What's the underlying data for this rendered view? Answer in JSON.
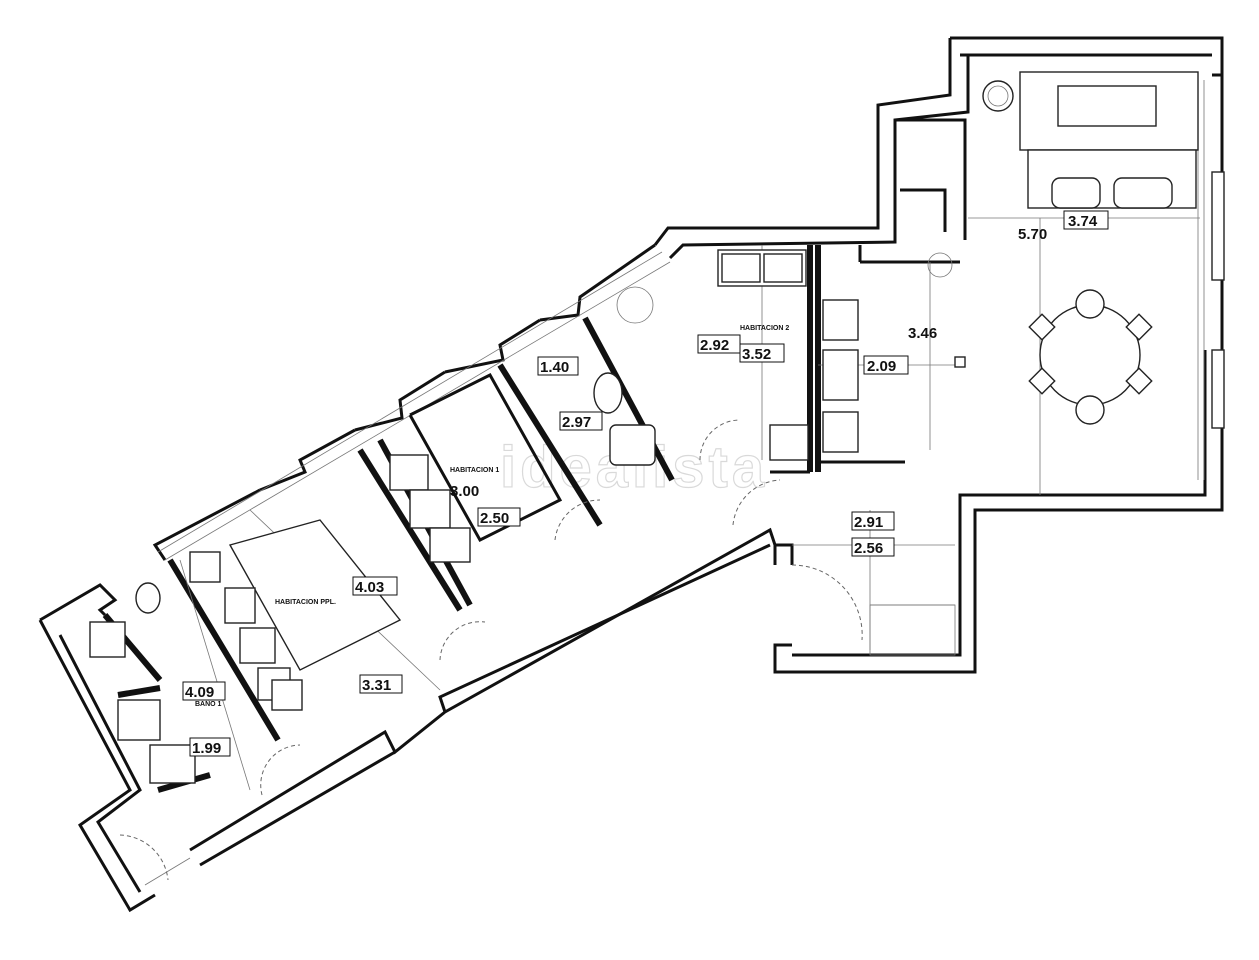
{
  "watermark": "idealista",
  "rooms": [
    {
      "id": "habitacion-ppal",
      "label": "HABITACION PPL."
    },
    {
      "id": "habitacion-1",
      "label": "HABITACION 1"
    },
    {
      "id": "habitacion-2",
      "label": "HABITACION 2"
    },
    {
      "id": "bano-1",
      "label": "BAÑO 1"
    }
  ],
  "dimensions": {
    "d370": "3.74",
    "d570": "5.70",
    "d346": "3.46",
    "d209": "2.09",
    "d292": "2.92",
    "d352": "3.52",
    "d140": "1.40",
    "d297": "2.97",
    "d300": "3.00",
    "d250": "2.50",
    "d403": "4.03",
    "d331": "3.31",
    "d409": "4.09",
    "d199": "1.99",
    "d291": "2.91",
    "d256": "2.56"
  }
}
